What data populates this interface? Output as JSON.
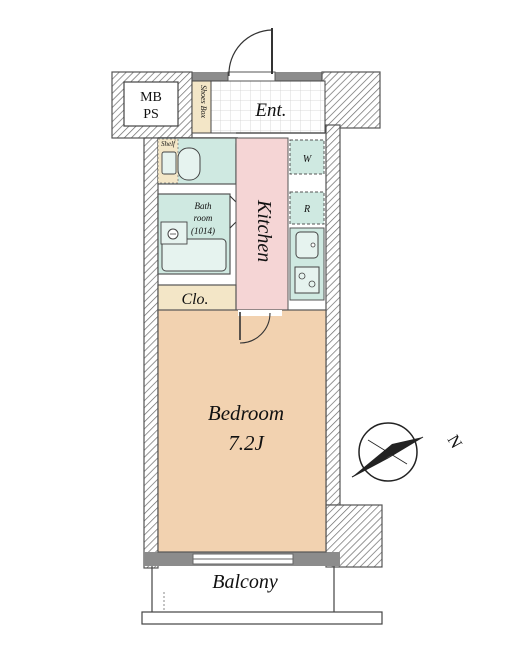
{
  "rooms": {
    "mb_ps_line1": "MB",
    "mb_ps_line2": "PS",
    "shoes_box": "Shoes Box",
    "entrance": "Ent.",
    "shelf": "Shelf",
    "washer": "W",
    "refrigerator": "R",
    "kitchen": "Kitchen",
    "bathroom_line1": "Bath",
    "bathroom_line2": "room",
    "bathroom_line3": "(1014)",
    "closet": "Clo.",
    "bedroom": "Bedroom",
    "bedroom_size": "7.2J",
    "balcony": "Balcony"
  },
  "compass": {
    "north_label": "N"
  },
  "colors": {
    "bedroom_floor": "#f2d2b0",
    "kitchen_floor": "#f5d5d5",
    "wet_area": "#cfe9e1",
    "storage": "#f3e6c7",
    "entrance_tile": "#ffffff",
    "wall": "#8c8c8c"
  }
}
